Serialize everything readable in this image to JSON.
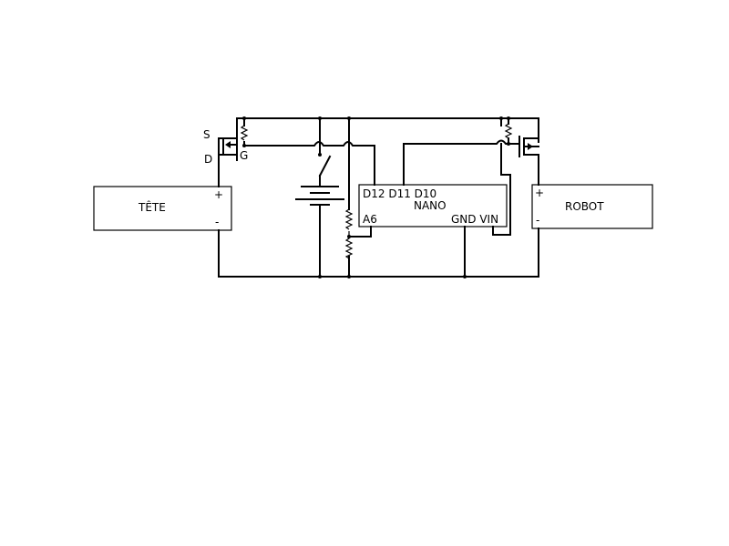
{
  "blocks": {
    "tete": {
      "label": "TÊTE",
      "plus": "+",
      "minus": "-"
    },
    "robot": {
      "label": "ROBOT",
      "plus": "+",
      "minus": "-"
    }
  },
  "nano": {
    "title": "NANO",
    "pin_top": "D12 D11 D10",
    "pin_a6": "A6",
    "pin_bottom": "GND VIN"
  },
  "mosfet_left": {
    "source": "S",
    "drain": "D",
    "gate": "G"
  }
}
